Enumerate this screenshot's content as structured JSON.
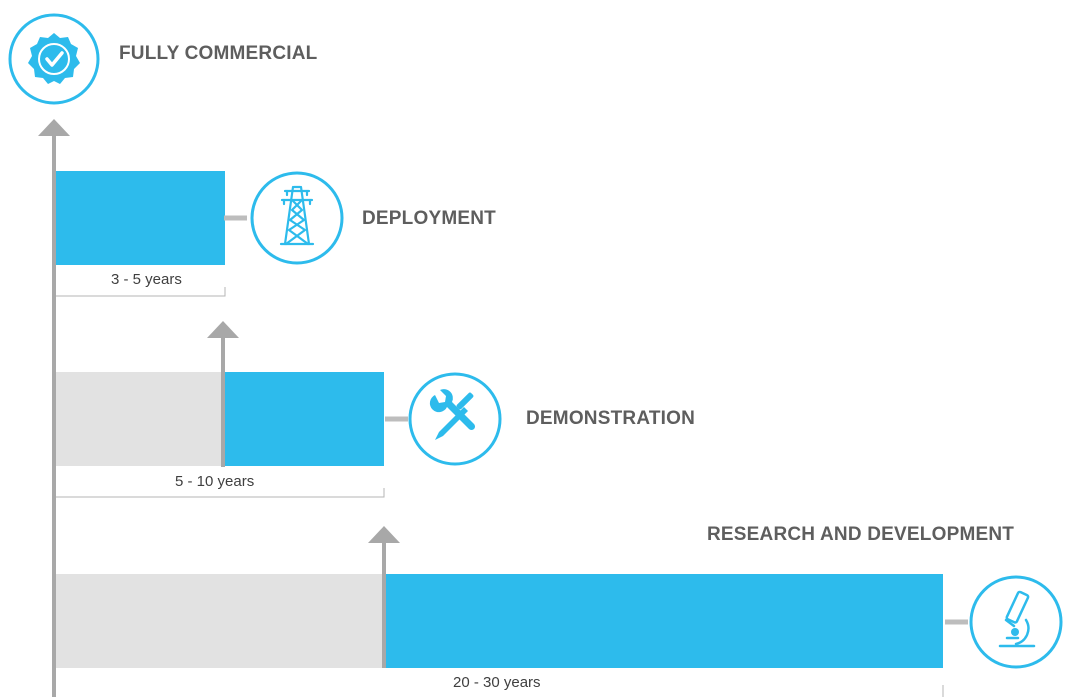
{
  "colors": {
    "accent": "#2dbbec",
    "prior_stage_fill": "#e2e2e2",
    "arrow_grey": "#a8a8a8",
    "label_text": "#5e5e5e",
    "duration_text": "#3f3f3f"
  },
  "stages": {
    "commercial": {
      "title": "FULLY COMMERCIAL",
      "icon": "verified-badge-icon"
    },
    "deployment": {
      "title": "DEPLOYMENT",
      "duration": "3 - 5 years",
      "icon": "transmission-tower-icon"
    },
    "demonstration": {
      "title": "DEMONSTRATION",
      "duration": "5 - 10 years",
      "icon": "wrench-screwdriver-icon"
    },
    "research": {
      "title": "RESEARCH AND DEVELOPMENT",
      "duration": "20 - 30 years",
      "icon": "microscope-icon"
    }
  }
}
